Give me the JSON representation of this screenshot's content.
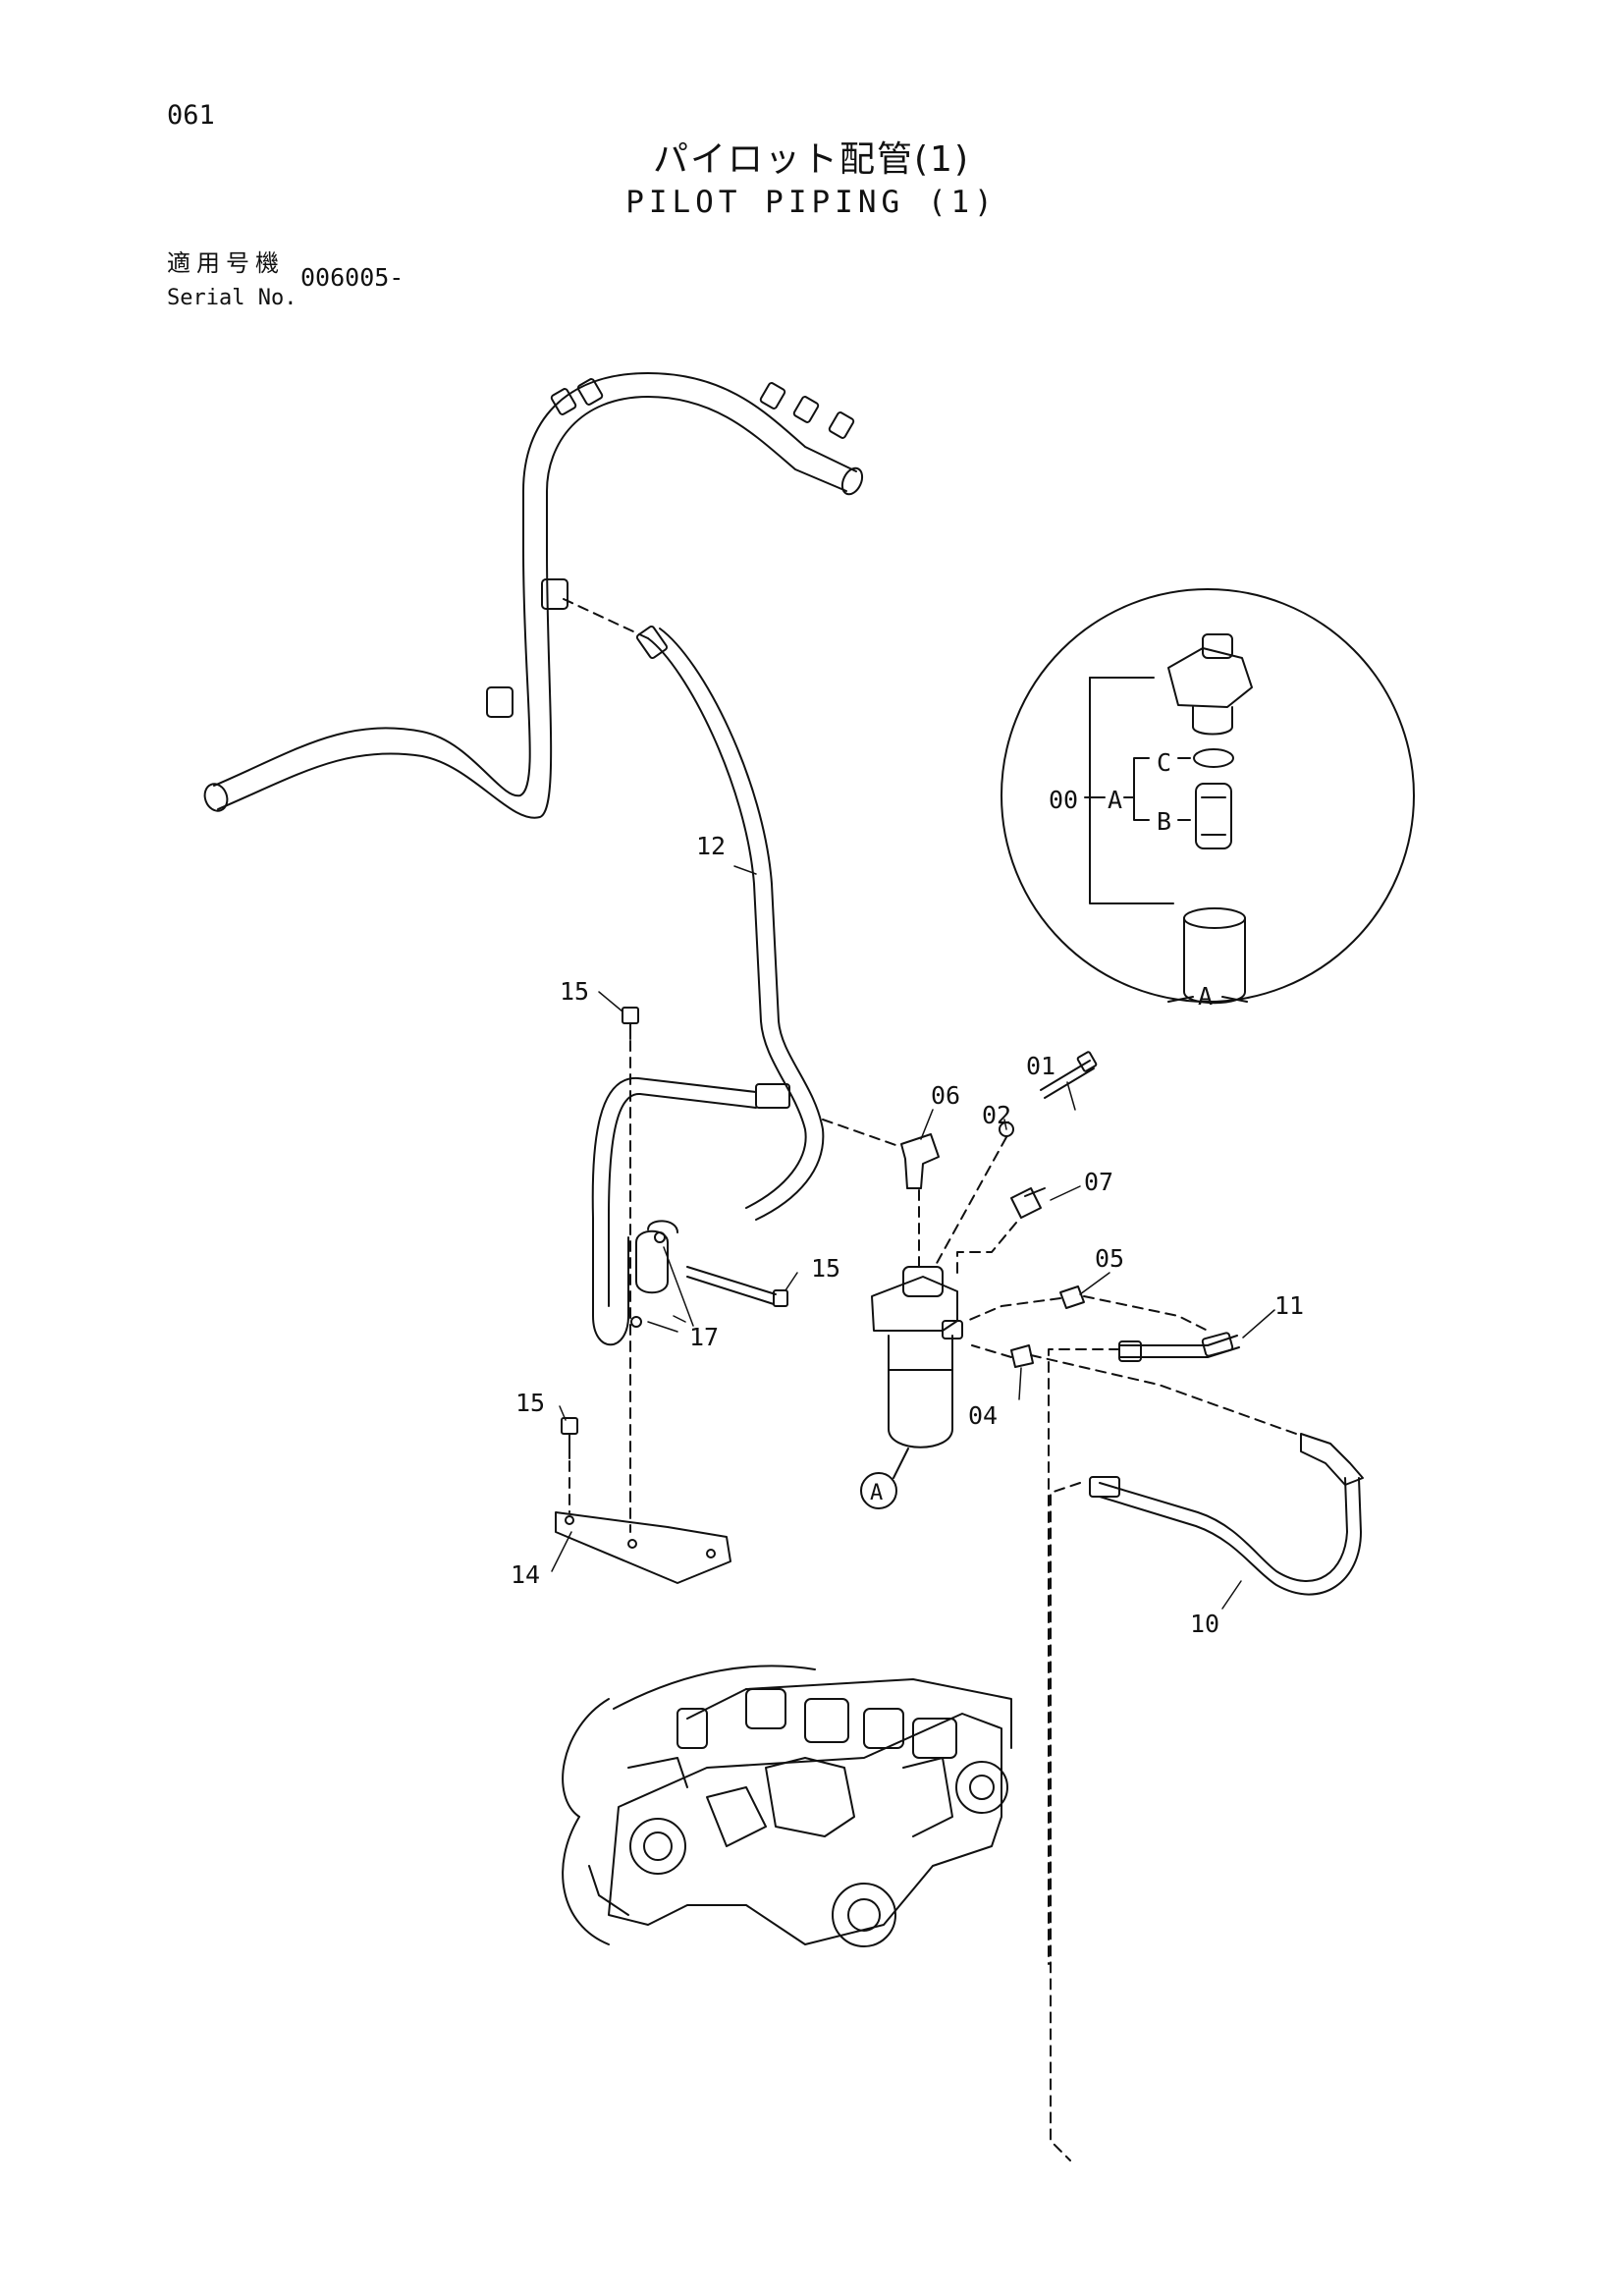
{
  "page": {
    "number": "061",
    "title_jp": "パイロット配管(1)",
    "title_en": "PILOT PIPING (1)",
    "serial_label_jp": "適用号機",
    "serial_label_en": "Serial No.",
    "serial_value": "006005-"
  },
  "callouts": {
    "p00": "00",
    "pA": "A",
    "pB": "B",
    "pC": "C",
    "detailA": "A",
    "circleA": "A",
    "p01": "01",
    "p02": "02",
    "p04": "04",
    "p05": "05",
    "p06": "06",
    "p07": "07",
    "p10": "10",
    "p11": "11",
    "p12": "12",
    "p14": "14",
    "p15a": "15",
    "p15b": "15",
    "p15c": "15",
    "p17": "17"
  }
}
